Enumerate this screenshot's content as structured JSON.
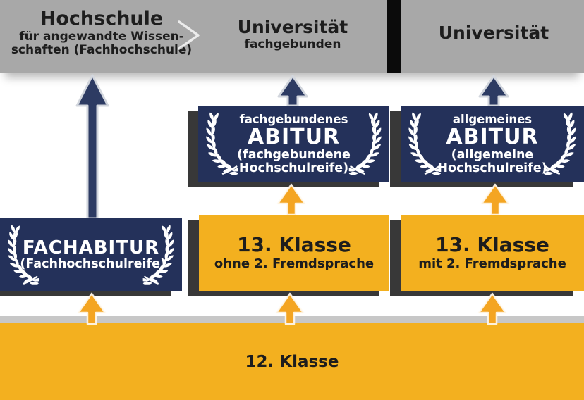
{
  "palette": {
    "header_gray": "#a8a8a8",
    "divider": "#0b0b0b",
    "navy": "#24315a",
    "navy_arrow": "#2d3b63",
    "yellow": "#f3b01f",
    "yellow_arrow": "#f4a522",
    "shadow": "#383838",
    "band_gray": "#c7c7c7",
    "text_dark": "#1d1d1d",
    "text_light": "#ffffff"
  },
  "header": {
    "left": {
      "title": "Hochschule",
      "subtitle1": "für angewandte Wissen-",
      "subtitle2": "schaften (Fachhochschule)"
    },
    "middle": {
      "title": "Universität",
      "subtitle": "fachgebunden"
    },
    "right": {
      "title": "Universität"
    }
  },
  "qualifications": {
    "fachabitur": {
      "title": "FACHABITUR",
      "subtitle": "(Fachhochschulreife)"
    },
    "fachgebundenes_abitur": {
      "topline": "fachgebundenes",
      "title": "ABITUR",
      "subline1": "(fachgebundene",
      "subline2": "Hochschulreife)"
    },
    "allgemeines_abitur": {
      "topline": "allgemeines",
      "title": "ABITUR",
      "subline1": "(allgemeine",
      "subline2": "Hochschulreife)"
    }
  },
  "classes": {
    "klasse13_ohne": {
      "title": "13. Klasse",
      "subtitle": "ohne 2. Fremdsprache"
    },
    "klasse13_mit": {
      "title": "13. Klasse",
      "subtitle": "mit 2. Fremdsprache"
    },
    "klasse12": {
      "title": "12. Klasse"
    }
  },
  "icons": {
    "chevron": "chevron-right",
    "laurel": "laurel-wreath",
    "navy_arrow": "arrow-up-navy",
    "yellow_arrow": "arrow-up-yellow"
  }
}
